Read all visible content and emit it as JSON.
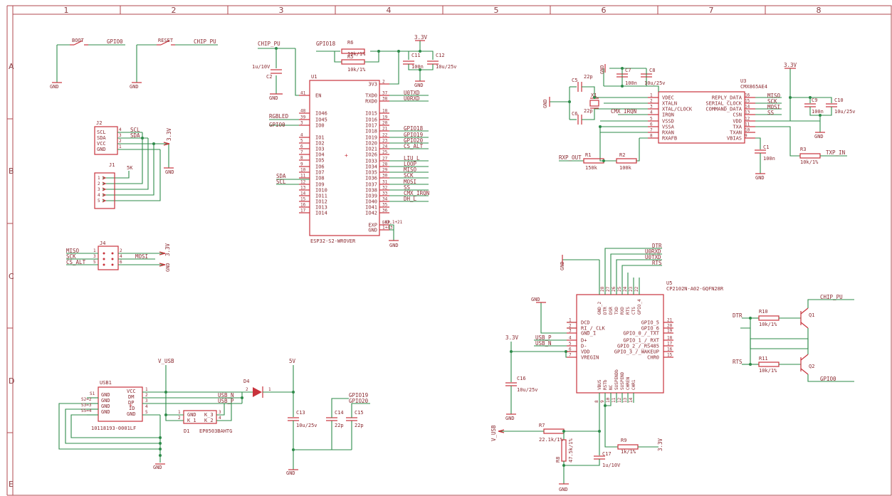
{
  "frame": {
    "columns": [
      "1",
      "2",
      "3",
      "4",
      "5",
      "6",
      "7",
      "8"
    ],
    "rows": [
      "A",
      "B",
      "C",
      "D",
      "E"
    ]
  },
  "buttons": {
    "boot": {
      "ref": "BOOT",
      "net": "GPIO0",
      "gnd": "GND"
    },
    "reset": {
      "ref": "RESET",
      "net": "CHIP_PU",
      "gnd": "GND"
    }
  },
  "esp32": {
    "ref": "U1",
    "value": "ESP32-S2-WROVER",
    "top_net_pu": "CHIP_PU",
    "top_net_gpio": "GPIO18",
    "cap_c2": {
      "ref": "C2",
      "value": "1u/10V"
    },
    "r6": {
      "ref": "R6",
      "value": "10k/1%"
    },
    "r5": {
      "ref": "R5",
      "value": "10k/1%"
    },
    "supply": "3.3V",
    "c11": {
      "ref": "C11",
      "value": "100n"
    },
    "c12": {
      "ref": "C12",
      "value": "10u/25v"
    },
    "gnd": "GND",
    "left_pins": [
      {
        "num": "41",
        "name": "EN"
      },
      {
        "num": "48",
        "name": "IO46"
      },
      {
        "num": "39",
        "name": "IO45"
      },
      {
        "num": "3",
        "name": "IO0"
      },
      {
        "num": "4",
        "name": "IO1"
      },
      {
        "num": "5",
        "name": "IO2"
      },
      {
        "num": "6",
        "name": "IO3"
      },
      {
        "num": "7",
        "name": "IO4"
      },
      {
        "num": "8",
        "name": "IO5"
      },
      {
        "num": "9",
        "name": "IO6"
      },
      {
        "num": "10",
        "name": "IO7"
      },
      {
        "num": "11",
        "name": "IO8"
      },
      {
        "num": "12",
        "name": "IO9"
      },
      {
        "num": "13",
        "name": "IO10"
      },
      {
        "num": "14",
        "name": "IO11"
      },
      {
        "num": "15",
        "name": "IO12"
      },
      {
        "num": "16",
        "name": "IO13"
      },
      {
        "num": "17",
        "name": "IO14"
      }
    ],
    "right_pins": [
      {
        "num": "2",
        "name": "3V3"
      },
      {
        "num": "37",
        "name": "TXD0"
      },
      {
        "num": "38",
        "name": "RXD0"
      },
      {
        "num": "18",
        "name": "IO15"
      },
      {
        "num": "19",
        "name": "IO16"
      },
      {
        "num": "20",
        "name": "IO17"
      },
      {
        "num": "21",
        "name": "IO18"
      },
      {
        "num": "22",
        "name": "IO19"
      },
      {
        "num": "23",
        "name": "IO20"
      },
      {
        "num": "24",
        "name": "IO21"
      },
      {
        "num": "25",
        "name": "IO26"
      },
      {
        "num": "27",
        "name": "IO33"
      },
      {
        "num": "28",
        "name": "IO34"
      },
      {
        "num": "29",
        "name": "IO35"
      },
      {
        "num": "30",
        "name": "IO36"
      },
      {
        "num": "31",
        "name": "IO37"
      },
      {
        "num": "32",
        "name": "IO38"
      },
      {
        "num": "33",
        "name": "IO39"
      },
      {
        "num": "34",
        "name": "IO40"
      },
      {
        "num": "35",
        "name": "IO41"
      },
      {
        "num": "36",
        "name": "IO42"
      },
      {
        "num": "EXP",
        "name": "EXP"
      },
      {
        "num": "1+43",
        "name": "GND"
      }
    ],
    "left_nets": [
      "RGBLED",
      "GPIO0",
      "SDA",
      "SCL"
    ],
    "right_nets": [
      "U0TXD",
      "U0RXD",
      "GPIO18",
      "GPIO19",
      "GPIO20",
      "CS_ALT",
      "LIU_L",
      "LOOP",
      "MISO",
      "SCK",
      "MOSI",
      "SS",
      "CMX_IRQN",
      "DH_L"
    ],
    "exp_note": "43,1+21"
  },
  "i2c": {
    "ref": "J2",
    "pins": [
      "SCL",
      "SDA",
      "VCC",
      "GND"
    ],
    "nums": [
      "4",
      "3",
      "2",
      "1"
    ],
    "nets": [
      "SCL",
      "SDA"
    ],
    "supply": "3.3V",
    "gnd": "GND",
    "j1": {
      "ref": "J1",
      "value": "5K",
      "nums": [
        "1",
        "2",
        "3",
        "4",
        "5"
      ]
    }
  },
  "spi": {
    "ref": "J4",
    "left_nets": [
      "MISO",
      "SCK",
      "CS_ALT"
    ],
    "nums_left": [
      "1",
      "3",
      "5"
    ],
    "nums_right": [
      "2",
      "4",
      "6"
    ],
    "right_net": "MOSI",
    "supply": "3.3V",
    "gnd": "GND"
  },
  "cmx": {
    "ref": "U3",
    "value": "CMX865AE4",
    "left_pins": [
      {
        "num": "1",
        "name": "VDEC"
      },
      {
        "num": "2",
        "name": "XTALN"
      },
      {
        "num": "3",
        "name": "XTAL/CLOCK"
      },
      {
        "num": "4",
        "name": "IRQN"
      },
      {
        "num": "5",
        "name": "VSSD"
      },
      {
        "num": "6",
        "name": "VSSA"
      },
      {
        "num": "7",
        "name": "RXAN"
      },
      {
        "num": "8",
        "name": "RXAFB"
      }
    ],
    "right_pins": [
      {
        "num": "16",
        "name": "REPLY_DATA"
      },
      {
        "num": "15",
        "name": "SERIAL_CLOCK"
      },
      {
        "num": "14",
        "name": "COMMAND_DATA"
      },
      {
        "num": "13",
        "name": "CSN"
      },
      {
        "num": "12",
        "name": "VDD"
      },
      {
        "num": "11",
        "name": "TXA"
      },
      {
        "num": "10",
        "name": "TXAN"
      },
      {
        "num": "9",
        "name": "VBIAS"
      }
    ],
    "right_nets": [
      "MISO",
      "SCK",
      "MOSI",
      "SS"
    ],
    "left_net": "CMX_IRQN",
    "c5": {
      "ref": "C5",
      "value": "22p"
    },
    "c6": {
      "ref": "C6",
      "value": "22p"
    },
    "x1": {
      "ref": "X1"
    },
    "c7": {
      "ref": "C7",
      "value": "100n"
    },
    "c8": {
      "ref": "C8",
      "value": "10u/25v"
    },
    "c9": {
      "ref": "C9",
      "value": "100n"
    },
    "c10": {
      "ref": "C10",
      "value": "10u/25v"
    },
    "c1": {
      "ref": "C1",
      "value": "100n"
    },
    "r1": {
      "ref": "R1",
      "value": "150k"
    },
    "r2": {
      "ref": "R2",
      "value": "100k"
    },
    "r3": {
      "ref": "R3",
      "value": "10k/1%"
    },
    "rxp_net": "RXP_OUT",
    "txp_net": "TXP_IN",
    "supply": "3.3V",
    "gnd": "GND"
  },
  "usb": {
    "ref": "USB1",
    "value": "10118193-0001LF",
    "left_pins": [
      "S1",
      "S2",
      "S3",
      "S4"
    ],
    "shield_nums": [
      "S2=2",
      "S3=3",
      "S5=4"
    ],
    "pin_names": [
      "VCC",
      "DM",
      "DP",
      "ID",
      "GND"
    ],
    "pin_nums": [
      "1",
      "2",
      "3",
      "4",
      "5"
    ],
    "vusb": "V_USB",
    "nets": [
      "USB_N",
      "USB_P"
    ],
    "d1": {
      "ref": "D1",
      "value": "EP0503BAHTG",
      "pins": [
        "GND",
        "K_3",
        "K_1",
        "K_2"
      ],
      "nums": [
        "1",
        "2",
        "3",
        "4"
      ]
    },
    "d4": {
      "ref": "D4",
      "pin_a": "2",
      "pin_k": "1"
    },
    "supply": "5V",
    "c13": {
      "ref": "C13",
      "value": "10u/25v"
    },
    "c14": {
      "ref": "C14",
      "value": "22p"
    },
    "c15": {
      "ref": "C15",
      "value": "22p"
    },
    "gpio_nets": [
      "GPIO19",
      "GPIO20"
    ],
    "gnd": "GND"
  },
  "cp2102": {
    "ref": "U5",
    "value": "CP2102N-A02-GQFN28R",
    "top_nets": [
      "DTR",
      "U0RXD",
      "U0TXD",
      "RTS"
    ],
    "top_nums": [
      "28",
      "27",
      "26",
      "25",
      "24",
      "23",
      "22"
    ],
    "top_names": [
      "GND_2",
      "DTR",
      "DSR",
      "TXD",
      "RXD",
      "RTS",
      "CTS",
      "GPIO_4"
    ],
    "left_pins": [
      {
        "num": "1",
        "name": "DCD"
      },
      {
        "num": "2",
        "name": "RI_/_CLK"
      },
      {
        "num": "3",
        "name": "GND_1"
      },
      {
        "num": "4",
        "name": "D+"
      },
      {
        "num": "5",
        "name": "D-"
      },
      {
        "num": "6",
        "name": "VDD"
      },
      {
        "num": "7",
        "name": "VREGIN"
      }
    ],
    "right_pins": [
      {
        "num": "21",
        "name": "GPIO_5"
      },
      {
        "num": "20",
        "name": "GPIO_6"
      },
      {
        "num": "19",
        "name": "GPIO_0_/_TXT"
      },
      {
        "num": "18",
        "name": "GPIO_1_/_RXT"
      },
      {
        "num": "17",
        "name": "GPIO_2_/_RS485"
      },
      {
        "num": "16",
        "name": "GPIO_3_/_WAKEUP"
      },
      {
        "num": "15",
        "name": "CHR0"
      }
    ],
    "bottom_names": [
      "VBUS",
      "RSTb",
      "NC",
      "SUSPENDb",
      "SUSPEND",
      "CHREN",
      "CHR1"
    ],
    "bottom_nums": [
      "8",
      "9",
      "10",
      "11",
      "12",
      "13",
      "14"
    ],
    "left_nets": [
      "USB_P",
      "USB_N"
    ],
    "gnd": "GND",
    "supply": "3.3V",
    "c16": {
      "ref": "C16",
      "value": "10u/25v"
    },
    "c17": {
      "ref": "C17",
      "value": "1u/10V"
    },
    "r7": {
      "ref": "R7",
      "value": "22.1k/1%"
    },
    "r8": {
      "ref": "R8",
      "value": "47.5k/1%"
    },
    "r9": {
      "ref": "R9",
      "value": "1k/1%"
    },
    "vusb": "V_USB"
  },
  "autoreset": {
    "q1": {
      "ref": "Q1"
    },
    "q2": {
      "ref": "Q2"
    },
    "r10": {
      "ref": "R10",
      "value": "10k/1%"
    },
    "r11": {
      "ref": "R11",
      "value": "10k/1%"
    },
    "nets": [
      "DTR",
      "RTS",
      "CHIP_PU",
      "GPIO0"
    ]
  }
}
